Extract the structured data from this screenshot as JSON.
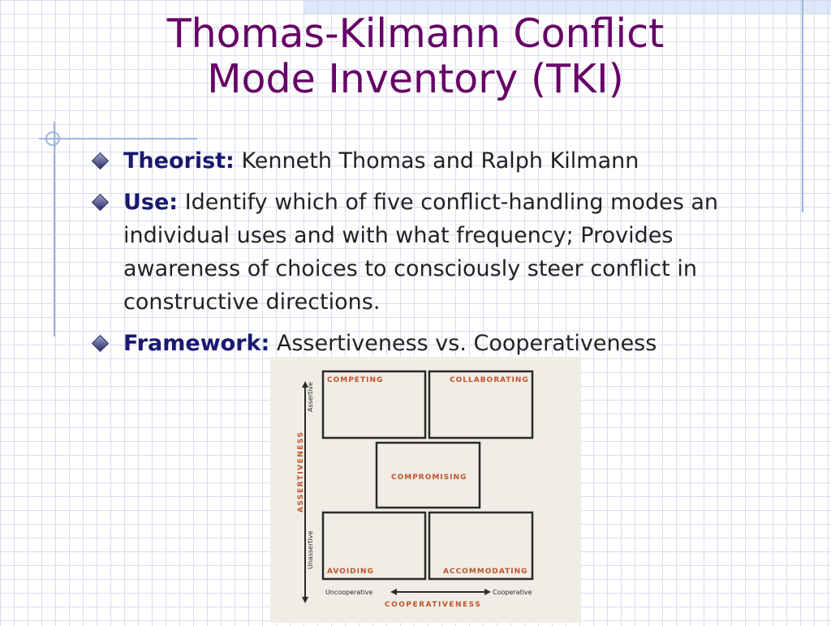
{
  "slide": {
    "title_line1": "Thomas-Kilmann Conflict",
    "title_line2": "Mode Inventory (TKI)"
  },
  "bullets": [
    {
      "label": "Theorist:",
      "text": " Kenneth Thomas and Ralph Kilmann"
    },
    {
      "label": "Use:",
      "text": " Identify which of five conflict-handling modes an individual uses and with what frequency; Provides awareness of choices to consciously steer conflict in constructive directions."
    },
    {
      "label": "Framework:",
      "text": " Assertiveness vs. Cooperativeness"
    }
  ],
  "diagram": {
    "modes": {
      "competing": "COMPETING",
      "collaborating": "COLLABORATING",
      "compromising": "COMPROMISING",
      "avoiding": "AVOIDING",
      "accommodating": "ACCOMMODATING"
    },
    "y_axis": {
      "name": "ASSERTIVENESS",
      "high": "Assertive",
      "low": "Unassertive"
    },
    "x_axis": {
      "name": "COOPERATIVENESS",
      "low": "Uncooperative",
      "high": "Cooperative"
    }
  },
  "colors": {
    "title": "#660066",
    "label": "#191970",
    "mode_text": "#c0532a",
    "axis_name": "#c0532a",
    "box_border": "#2a2a2a"
  }
}
